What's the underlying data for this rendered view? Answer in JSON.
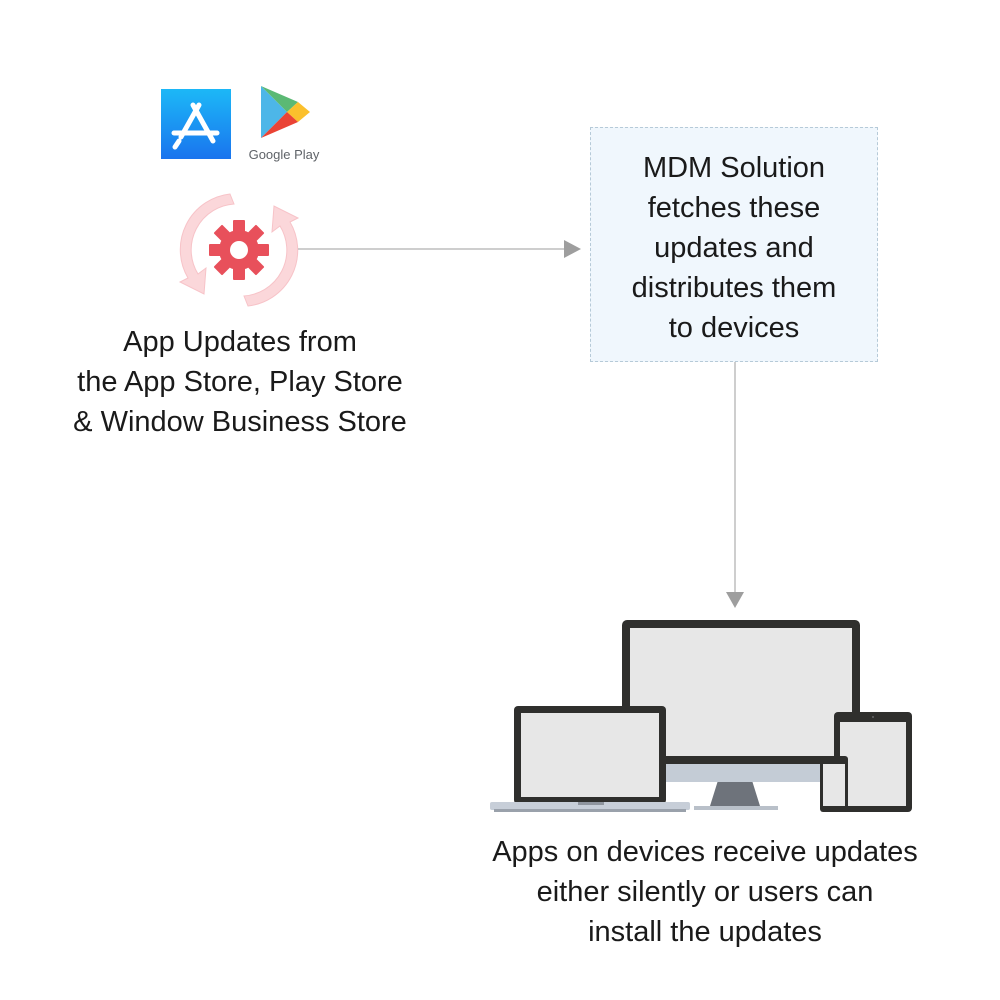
{
  "source": {
    "icons": [
      {
        "name": "app-store-icon",
        "color": "#1a8cf3"
      },
      {
        "name": "google-play-icon",
        "label": "Google Play"
      }
    ],
    "update_icon": {
      "name": "gear-sync-icon",
      "gear_color": "#e8505b",
      "arrow_color": "#fbd7da"
    },
    "caption_lines": [
      "App Updates from",
      "the App Store, Play Store",
      "& Window Business Store"
    ]
  },
  "mdm": {
    "caption_lines": [
      "MDM Solution",
      "fetches these",
      "updates and",
      "distributes them",
      "to devices"
    ],
    "box_fill": "#f0f7fd",
    "box_border": "#b6cad8"
  },
  "connectors": {
    "color": "#bdbdbd",
    "arrowhead_color": "#9e9e9e"
  },
  "devices": {
    "items": [
      "laptop",
      "desktop-monitor",
      "tablet",
      "smartphone"
    ],
    "frame_color": "#2f2f2d",
    "screen_color": "#e7e7e7",
    "caption_lines": [
      "Apps on devices receive updates",
      "either silently or users can",
      "install the updates"
    ]
  }
}
